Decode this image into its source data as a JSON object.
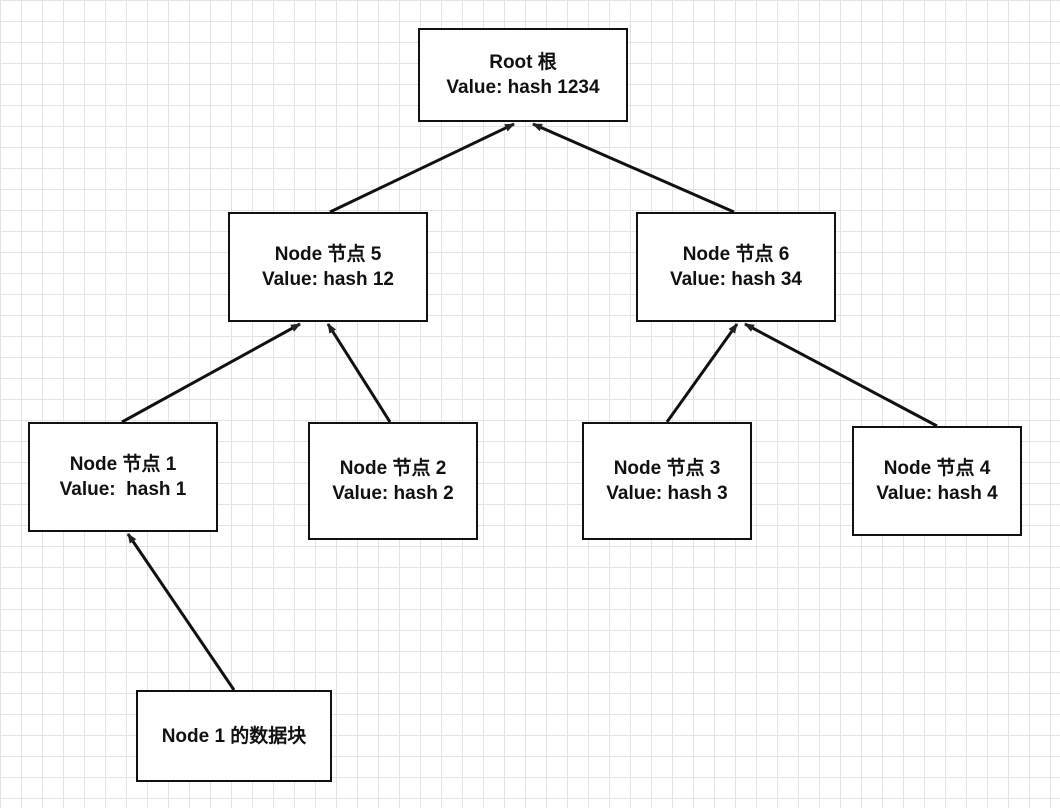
{
  "nodes": {
    "root": {
      "title": "Root 根",
      "value": "Value: hash 1234"
    },
    "node5": {
      "title": "Node 节点 5",
      "value": "Value: hash 12"
    },
    "node6": {
      "title": "Node 节点 6",
      "value": "Value: hash 34"
    },
    "node1": {
      "title": "Node 节点 1",
      "value": "Value:  hash 1"
    },
    "node2": {
      "title": "Node 节点 2",
      "value": "Value: hash 2"
    },
    "node3": {
      "title": "Node 节点 3",
      "value": "Value: hash 3"
    },
    "node4": {
      "title": "Node 节点 4",
      "value": "Value: hash 4"
    },
    "data_block": {
      "title": "Node 1 的数据块"
    }
  },
  "edges": [
    {
      "from": "node5",
      "to": "root"
    },
    {
      "from": "node6",
      "to": "root"
    },
    {
      "from": "node1",
      "to": "node5"
    },
    {
      "from": "node2",
      "to": "node5"
    },
    {
      "from": "node3",
      "to": "node6"
    },
    {
      "from": "node4",
      "to": "node6"
    },
    {
      "from": "data_block",
      "to": "node1"
    }
  ],
  "colors": {
    "stroke": "#111111",
    "grid": "#e3e3e3",
    "background": "#ffffff"
  }
}
